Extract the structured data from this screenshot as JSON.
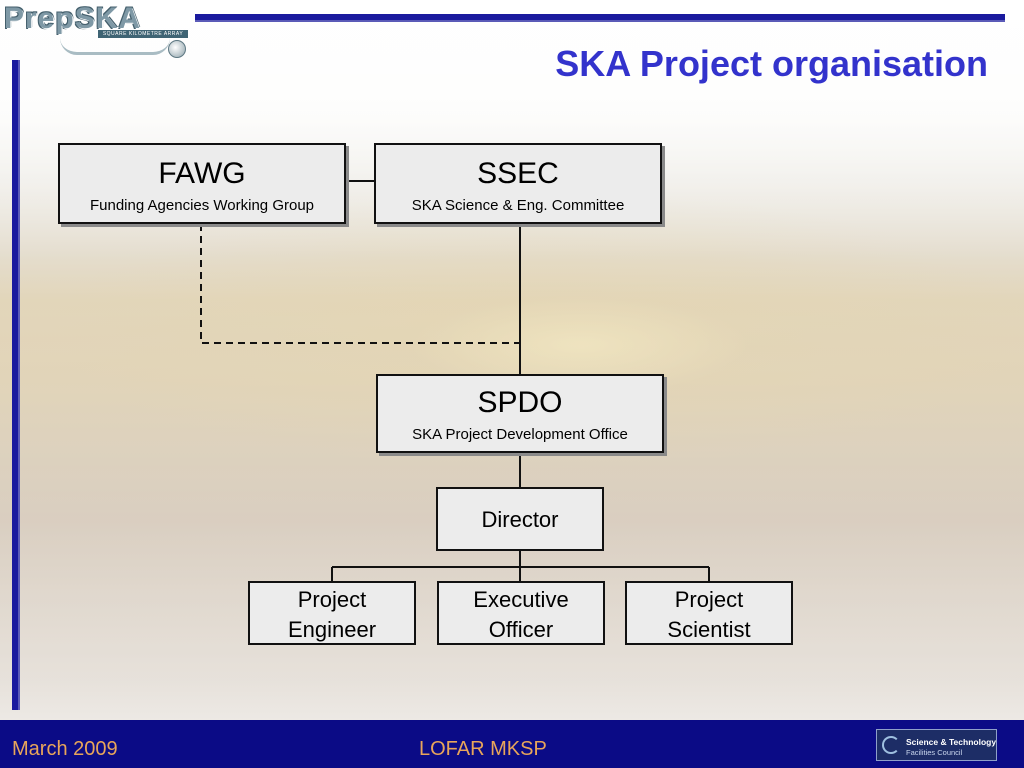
{
  "slide": {
    "title": "SKA Project organisation"
  },
  "logo": {
    "main_text": "PrepSKA",
    "sub_text": "SQUARE KILOMETRE ARRAY"
  },
  "nodes": {
    "fawg": {
      "acronym": "FAWG",
      "name": "Funding Agencies Working Group"
    },
    "ssec": {
      "acronym": "SSEC",
      "name": "SKA Science & Eng. Committee"
    },
    "spdo": {
      "acronym": "SPDO",
      "name": "SKA Project Development Office"
    },
    "director": {
      "label": "Director"
    },
    "project_engineer": {
      "line1": "Project",
      "line2": "Engineer"
    },
    "executive_officer": {
      "line1": "Executive",
      "line2": "Officer"
    },
    "project_scientist": {
      "line1": "Project",
      "line2": "Scientist"
    }
  },
  "footer": {
    "date": "March 2009",
    "event": "LOFAR MKSP",
    "partner_line1": "Science & Technology",
    "partner_line2": "Facilities Council"
  },
  "colors": {
    "accent_blue": "#1a1a9e",
    "title_blue": "#3333cc",
    "footer_text": "#e8a55a",
    "box_fill": "#ececec"
  }
}
